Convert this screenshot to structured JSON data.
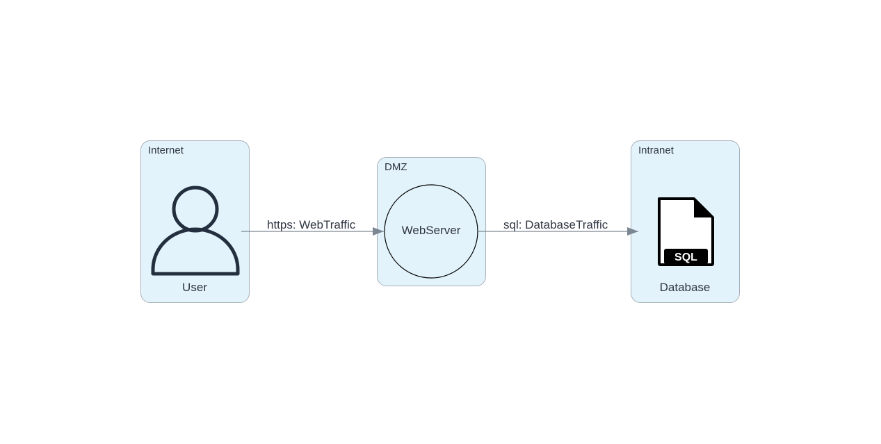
{
  "zones": {
    "internet": {
      "label": "Internet"
    },
    "dmz": {
      "label": "DMZ"
    },
    "intranet": {
      "label": "Intranet"
    }
  },
  "nodes": {
    "user": {
      "label": "User",
      "icon": "person-icon"
    },
    "webserver": {
      "label": "WebServer",
      "shape": "circle"
    },
    "database": {
      "label": "Database",
      "icon": "sql-file-icon",
      "icon_text": "SQL"
    }
  },
  "edges": [
    {
      "from": "user",
      "to": "webserver",
      "label": "https: WebTraffic"
    },
    {
      "from": "webserver",
      "to": "database",
      "label": "sql: DatabaseTraffic"
    }
  ],
  "colors": {
    "zone_fill": "#e3f3fb",
    "zone_border": "#a7b1bb",
    "edge": "#7d8793",
    "icon_dark": "#232f3e",
    "text": "#2f3542"
  }
}
